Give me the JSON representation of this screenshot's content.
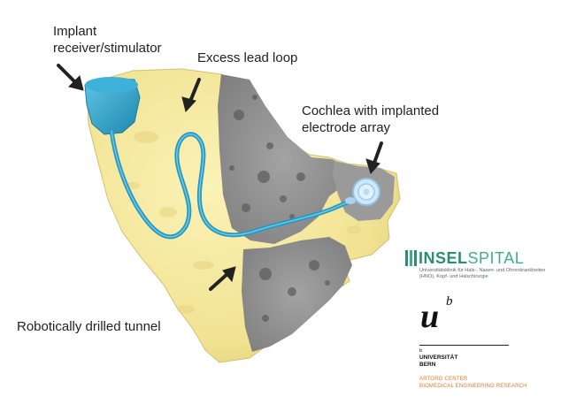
{
  "annotations": {
    "implant_line1": "Implant",
    "implant_line2": "receiver/stimulator",
    "lead_loop": "Excess lead loop",
    "cochlea_line1": "Cochlea with implanted",
    "cochlea_line2": "electrode array",
    "tunnel": "Robotically drilled tunnel"
  },
  "logos": {
    "inselspital": {
      "name_bold": "INSEL",
      "name_thin": "SPITAL",
      "sub_line1": "Universitätsklinik für Hals-, Nasen- und Ohrenkrankheiten",
      "sub_line2": "(HNO), Kopf- und Halschirurgie"
    },
    "unibern": {
      "mark_u": "u",
      "mark_b": "b",
      "superscript": "b",
      "line1": "UNIVERSITÄT",
      "line2": "BERN"
    },
    "artorg": {
      "line1": "ARTORG CENTER",
      "line2": "BIOMEDICAL ENGINEERING RESEARCH"
    }
  },
  "colors": {
    "bone": "#f3e79c",
    "section": "#8e8e8e",
    "implant": "#2e9ec4",
    "arrow": "#222222",
    "insel_green": "#2a8f6f",
    "artorg_orange": "#e07a2e"
  }
}
